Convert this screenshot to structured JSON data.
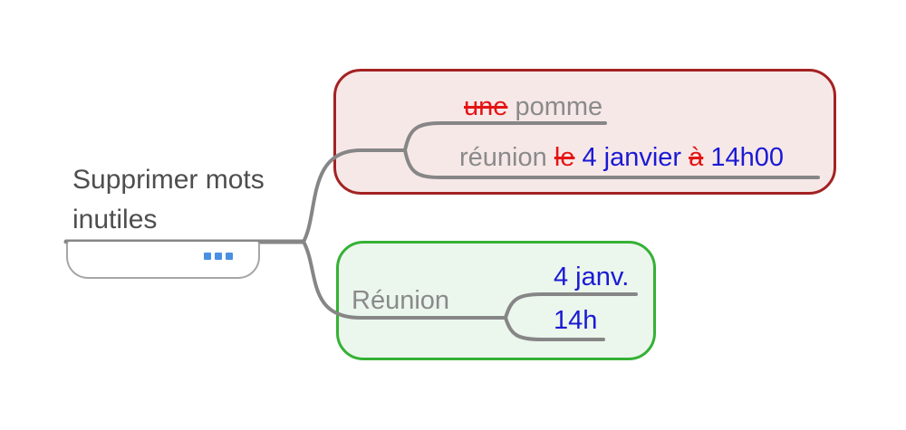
{
  "root": {
    "label": "Supprimer mots inutiles",
    "more_indicator": "folded-content-dots"
  },
  "groups": {
    "edits": {
      "border_color": "#a32222",
      "fill_color": "#f7e8e8"
    },
    "result": {
      "border_color": "#35b135",
      "fill_color": "#ebf6ec"
    }
  },
  "nodes": {
    "pomme": {
      "tokens": [
        {
          "text": "une",
          "style": "deleted"
        },
        {
          "text": " pomme",
          "style": "normal"
        }
      ]
    },
    "reunion_detail": {
      "tokens": [
        {
          "text": "réunion ",
          "style": "normal"
        },
        {
          "text": "le",
          "style": "deleted"
        },
        {
          "text": " 4 janvier ",
          "style": "kept"
        },
        {
          "text": "à",
          "style": "deleted"
        },
        {
          "text": " 14h00",
          "style": "kept"
        }
      ]
    },
    "reunion": {
      "label": "Réunion"
    },
    "date": {
      "label": "4 janv."
    },
    "time": {
      "label": "14h"
    }
  },
  "colors": {
    "deleted_text": "#e41414",
    "kept_text": "#1a1ad4",
    "normal_text": "#8a8a8a",
    "root_text": "#4e4e4e",
    "edge": "#868686",
    "dots": "#4a90e2"
  }
}
